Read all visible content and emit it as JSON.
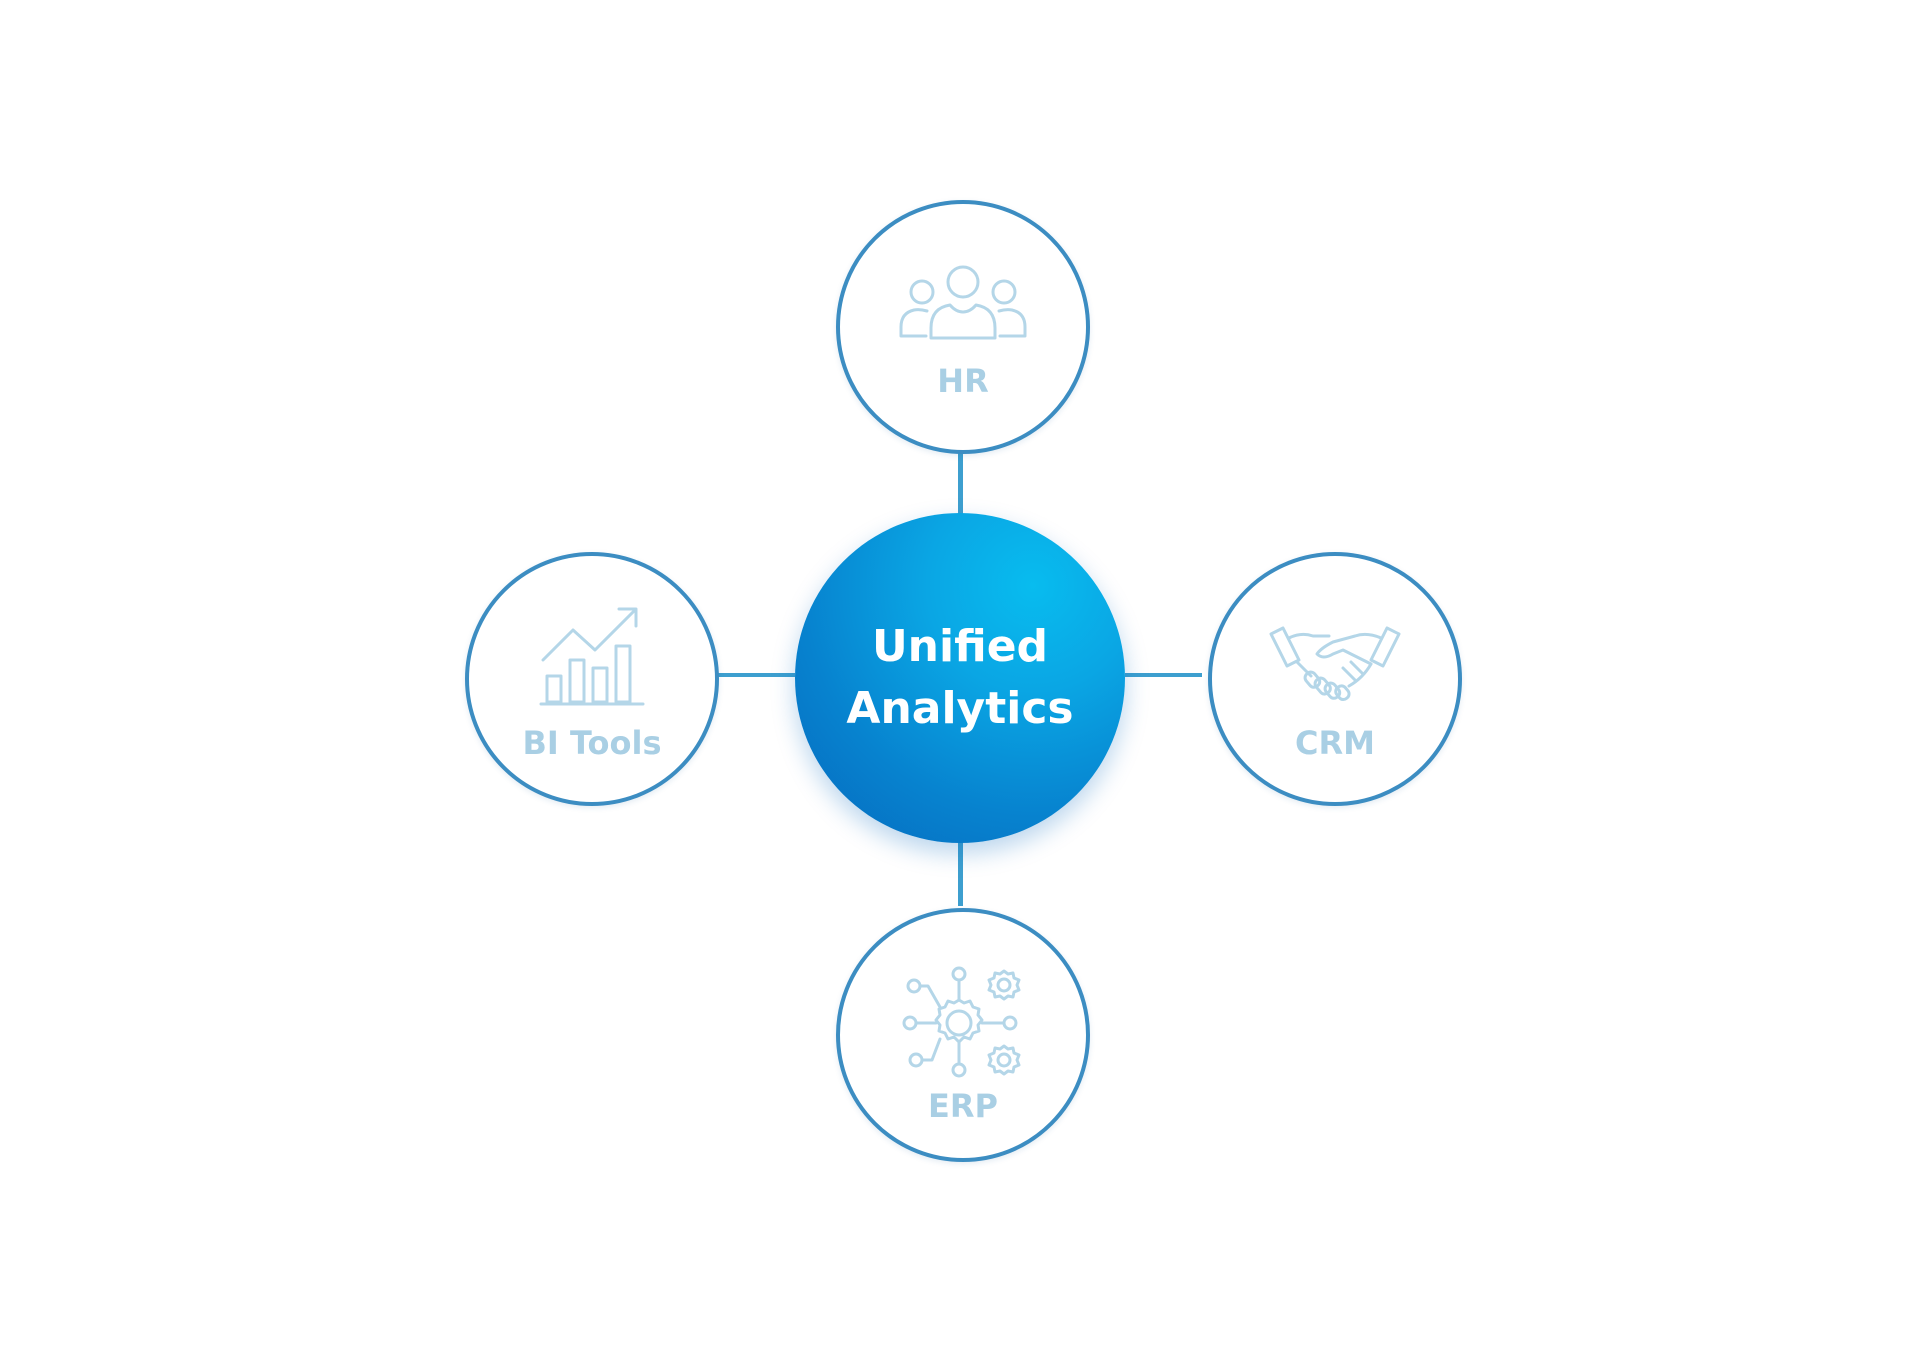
{
  "hub": {
    "label": "Unified\nAnalytics",
    "gradient_colors": [
      "#08bcef",
      "#0668bd"
    ]
  },
  "nodes": {
    "top": {
      "label": "HR",
      "icon": "people-group-icon"
    },
    "left": {
      "label": "BI Tools",
      "icon": "bar-chart-trend-icon"
    },
    "right": {
      "label": "CRM",
      "icon": "handshake-icon"
    },
    "bottom": {
      "label": "ERP",
      "icon": "gears-network-icon"
    }
  },
  "colors": {
    "node_border": "#3c8dc2",
    "connector": "#3d9fcf",
    "node_text": "#a9cfe4",
    "icon_stroke": "#b4d6e8",
    "hub_text": "#ffffff"
  }
}
